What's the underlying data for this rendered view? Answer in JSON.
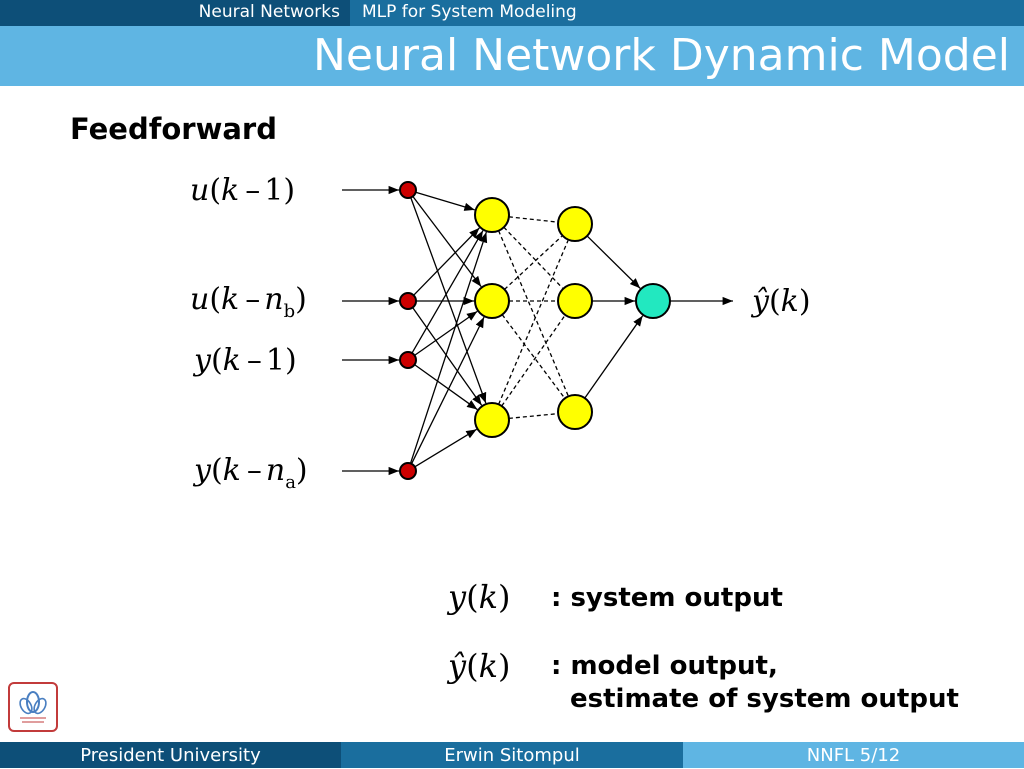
{
  "header": {
    "section": "Neural Networks",
    "subsection": "MLP for System Modeling",
    "title": "Neural Network Dynamic Model"
  },
  "heading": "Feedforward",
  "inputs": [
    {
      "fn": "u",
      "arg": "k",
      "op": "–",
      "delay": "1",
      "sub": ""
    },
    {
      "fn": "u",
      "arg": "k",
      "op": "–",
      "delay": "n",
      "sub": "b"
    },
    {
      "fn": "y",
      "arg": "k",
      "op": "–",
      "delay": "1",
      "sub": ""
    },
    {
      "fn": "y",
      "arg": "k",
      "op": "–",
      "delay": "n",
      "sub": "a"
    }
  ],
  "output_label": {
    "fn": "ŷ",
    "arg": "k"
  },
  "legend": [
    {
      "symbol_fn": "y",
      "symbol_arg": "k",
      "text": ": system output",
      "text2": ""
    },
    {
      "symbol_fn": "ŷ",
      "symbol_arg": "k",
      "text": ": model output,",
      "text2": "estimate of system output"
    }
  ],
  "colors": {
    "input_node": "#cc0000",
    "hidden_node": "#ffff00",
    "output_node": "#22e8c0",
    "header_dark": "#0d4f78",
    "header_mid": "#1a6e9e",
    "header_light": "#5fb5e3"
  },
  "footer": {
    "left": "President University",
    "center": "Erwin Sitompul",
    "right": "NNFL 5/12"
  }
}
